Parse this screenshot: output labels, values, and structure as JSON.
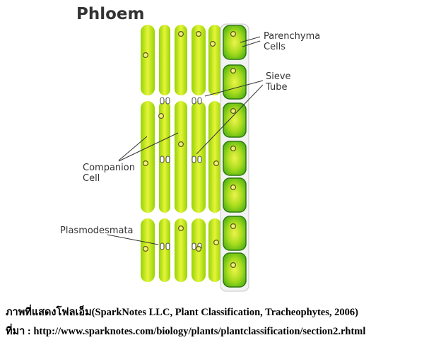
{
  "diagram": {
    "title": "Phloem",
    "labels": {
      "parenchyma": [
        "Parenchyma",
        "Cells"
      ],
      "sieve_tube": [
        "Sieve",
        "Tube"
      ],
      "companion": [
        "Companion",
        "Cell"
      ],
      "plasmodesmata": "Plasmodesmata"
    }
  },
  "caption": {
    "line1": "ภาพที่แสดงโฟลเอ็ม(SparkNotes LLC, Plant Classification, Tracheophytes, 2006)",
    "line2": "ที่มา : http://www.sparknotes.com/biology/plants/plantclassification/section2.rhtml"
  },
  "colors": {
    "cell_edge": "#8fcf00",
    "cell_center": "#e6f53a",
    "cell_outline": "#ffffff",
    "nucleus": "#f1ef7a",
    "nucleus_outline": "#5a5a1a",
    "parenchyma_fill": "#53b314",
    "parenchyma_center": "#eef34a",
    "parenchyma_frame": "#f2f2f2",
    "leader_line": "#333333"
  },
  "icons": [
    "nucleus-dot",
    "plasmodesmata-pore"
  ]
}
